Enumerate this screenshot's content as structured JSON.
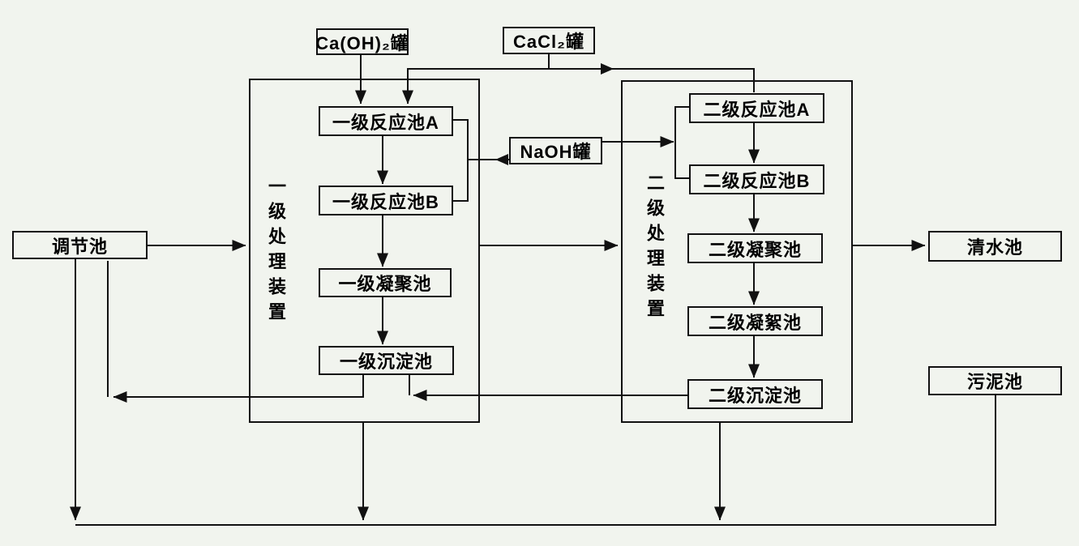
{
  "colors": {
    "background": "#f1f4ee",
    "line": "#111111"
  },
  "tanks": {
    "ca_oh2": "Ca(OH)₂罐",
    "cacl2": "CaCl₂罐",
    "naoh": "NaOH罐"
  },
  "pools": {
    "regulating": "调节池",
    "clear_water": "清水池",
    "sludge": "污泥池"
  },
  "stage1": {
    "label": "一级处理装置",
    "units": [
      "一级反应池A",
      "一级反应池B",
      "一级凝聚池",
      "一级沉淀池"
    ]
  },
  "stage2": {
    "label": "二级处理装置",
    "units": [
      "二级反应池A",
      "二级反应池B",
      "二级凝聚池",
      "二级凝絮池",
      "二级沉淀池"
    ]
  }
}
